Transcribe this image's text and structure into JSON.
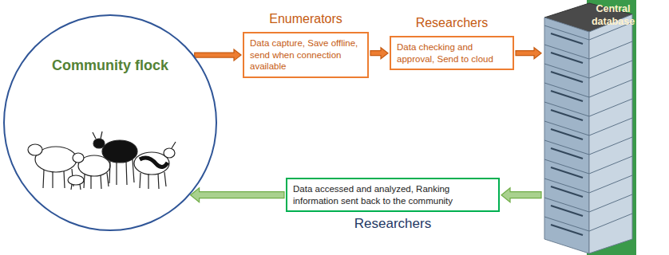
{
  "diagram": {
    "nodes": [
      {
        "text": [
          "Community flock"
        ]
      },
      {
        "text": [
          "Enumerators",
          "Data capture, Save offline, send when connection available"
        ]
      },
      {
        "text": [
          "Researchers",
          "Data checking and approval, Send to cloud"
        ]
      },
      {
        "text": [
          "Central database"
        ]
      },
      {
        "text": [
          "Data accessed and analyzed, Ranking information sent back to the community",
          "Researchers"
        ]
      }
    ],
    "edges": [
      {
        "from": 0,
        "to": 1,
        "arrow": "to"
      },
      {
        "from": 1,
        "to": 2,
        "arrow": "to"
      },
      {
        "from": 2,
        "to": 3,
        "arrow": "to"
      },
      {
        "from": 3,
        "to": 4,
        "arrow": "to"
      },
      {
        "from": 4,
        "to": 0,
        "arrow": "to"
      }
    ]
  }
}
